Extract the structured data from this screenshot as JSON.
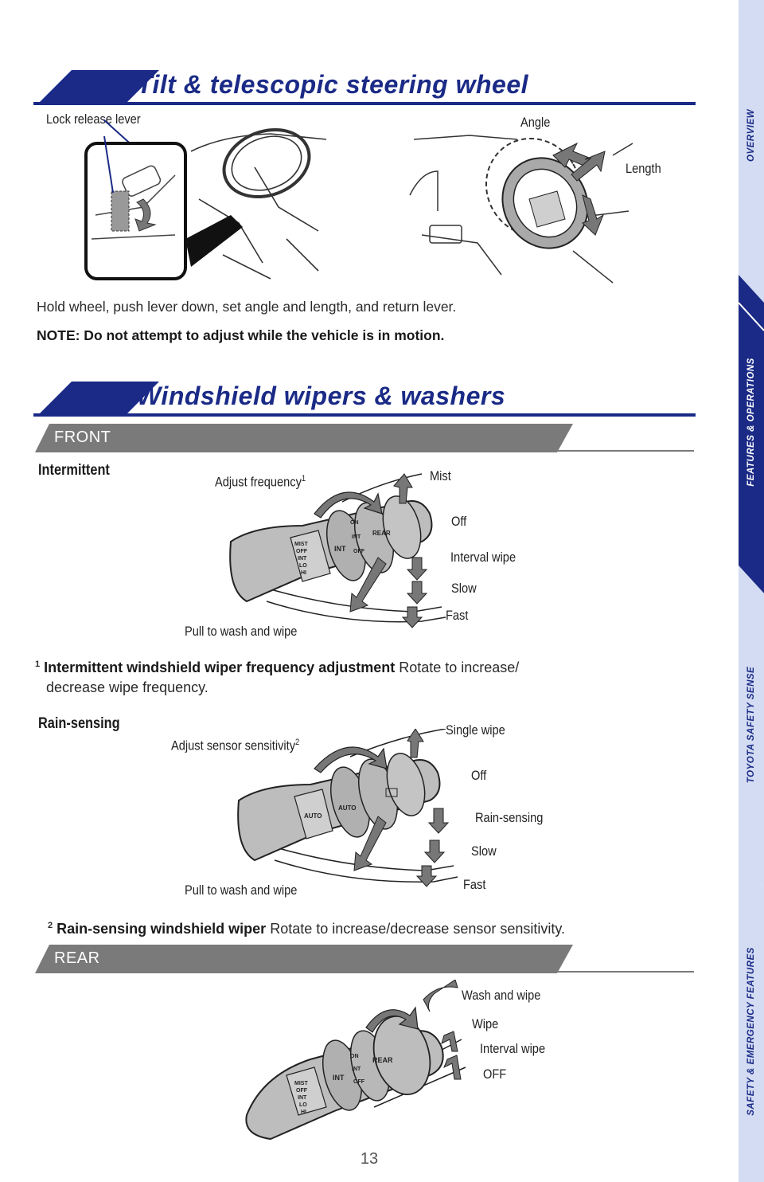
{
  "tilt": {
    "title": "Tilt & telescopic steering wheel",
    "lock_label": "Lock release lever",
    "angle_label": "Angle",
    "length_label": "Length",
    "instruction": "Hold wheel, push lever down, set angle and length, and return lever.",
    "note": "NOTE: Do not attempt to adjust while the vehicle is in motion."
  },
  "wipers": {
    "title": "Windshield wipers & washers",
    "front_label": "FRONT",
    "rear_label": "REAR",
    "intermittent": {
      "mode": "Intermittent",
      "adjust": "Adjust frequency",
      "adjust_sup": "1",
      "mist": "Mist",
      "off": "Off",
      "interval": "Interval wipe",
      "slow": "Slow",
      "fast": "Fast",
      "pull": "Pull to wash and wipe",
      "stalk_rings": [
        "MIST",
        "OFF",
        "INT",
        "LO",
        "HI"
      ],
      "ring_int": "INT",
      "rear_rings": [
        "ON",
        "INT",
        "OFF"
      ],
      "rear_tag": "REAR"
    },
    "footnote1": {
      "sup": "1",
      "bold": "Intermittent windshield wiper frequency adjustment",
      "text": " Rotate to increase/",
      "text2": "decrease wipe frequency."
    },
    "rain": {
      "mode": "Rain-sensing",
      "adjust": "Adjust sensor sensitivity",
      "adjust_sup": "2",
      "single": "Single wipe",
      "off": "Off",
      "rain": "Rain-sensing",
      "slow": "Slow",
      "fast": "Fast",
      "pull": "Pull to wash and wipe",
      "auto": "AUTO"
    },
    "footnote2": {
      "sup": "2",
      "bold": "Rain-sensing windshield wiper",
      "text": " Rotate to increase/decrease sensor sensitivity."
    },
    "rear": {
      "wash": "Wash and wipe",
      "wipe": "Wipe",
      "interval": "Interval wipe",
      "off": "OFF"
    }
  },
  "page_number": "13",
  "sidebar": {
    "tabs": [
      "OVERVIEW",
      "FEATURES & OPERATIONS",
      "TOYOTA SAFETY SENSE",
      "SAFETY & EMERGENCY FEATURES"
    ],
    "active_index": 1,
    "colors": {
      "inactive": "#d3dcf2",
      "active": "#1a2a86"
    }
  },
  "colors": {
    "brand": "#1a2a86",
    "band": "#7a7a7a",
    "stalk": "#bdbdbd"
  }
}
